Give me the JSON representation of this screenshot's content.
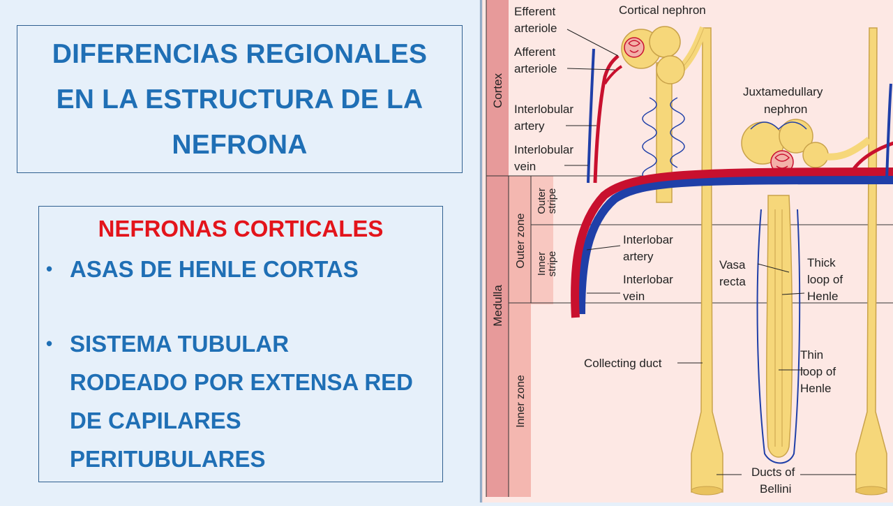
{
  "slide": {
    "title_lines": [
      "DIFERENCIAS REGIONALES",
      "EN LA ESTRUCTURA DE LA",
      "NEFRONA"
    ],
    "subheading": "NEFRONAS CORTICALES",
    "bullets": [
      "ASAS DE HENLE CORTAS",
      "SISTEMA TUBULAR",
      "RODEADO POR EXTENSA RED",
      "DE CAPILARES",
      "PERITUBULARES"
    ],
    "bullet_glyph": "•"
  },
  "diagram": {
    "labels": {
      "efferent_1": "Efferent",
      "efferent_2": "arteriole",
      "afferent_1": "Afferent",
      "afferent_2": "arteriole",
      "cortical_nephron": "Cortical nephron",
      "juxta_1": "Juxtamedullary",
      "juxta_2": "nephron",
      "ilob_artery_1": "Interlobular",
      "ilob_artery_2": "artery",
      "ilob_vein_1": "Interlobular",
      "ilob_vein_2": "vein",
      "ilobar_artery_1": "Interlobar",
      "ilobar_artery_2": "artery",
      "ilobar_vein_1": "Interlobar",
      "ilobar_vein_2": "vein",
      "vasa_1": "Vasa",
      "vasa_2": "recta",
      "thick_1": "Thick",
      "thick_2": "loop of",
      "thick_3": "Henle",
      "thin_1": "Thin",
      "thin_2": "loop of",
      "thin_3": "Henle",
      "collecting_duct": "Collecting duct",
      "bellini_1": "Ducts of",
      "bellini_2": "Bellini"
    },
    "zones": {
      "cortex": "Cortex",
      "medulla": "Medulla",
      "outer_zone": "Outer zone",
      "inner_zone": "Inner zone",
      "outer_stripe_1": "Outer",
      "outer_stripe_2": "stripe",
      "inner_stripe_1": "Inner",
      "inner_stripe_2": "stripe"
    },
    "colors": {
      "artery": "#c8102e",
      "vein": "#1f3fa8",
      "tubule": "#f6d77a",
      "tubule_edge": "#c9a24a",
      "zone_bar": "#e79a9a",
      "zone_bar_light": "#f4b7b0",
      "background": "#fde8e4"
    }
  }
}
